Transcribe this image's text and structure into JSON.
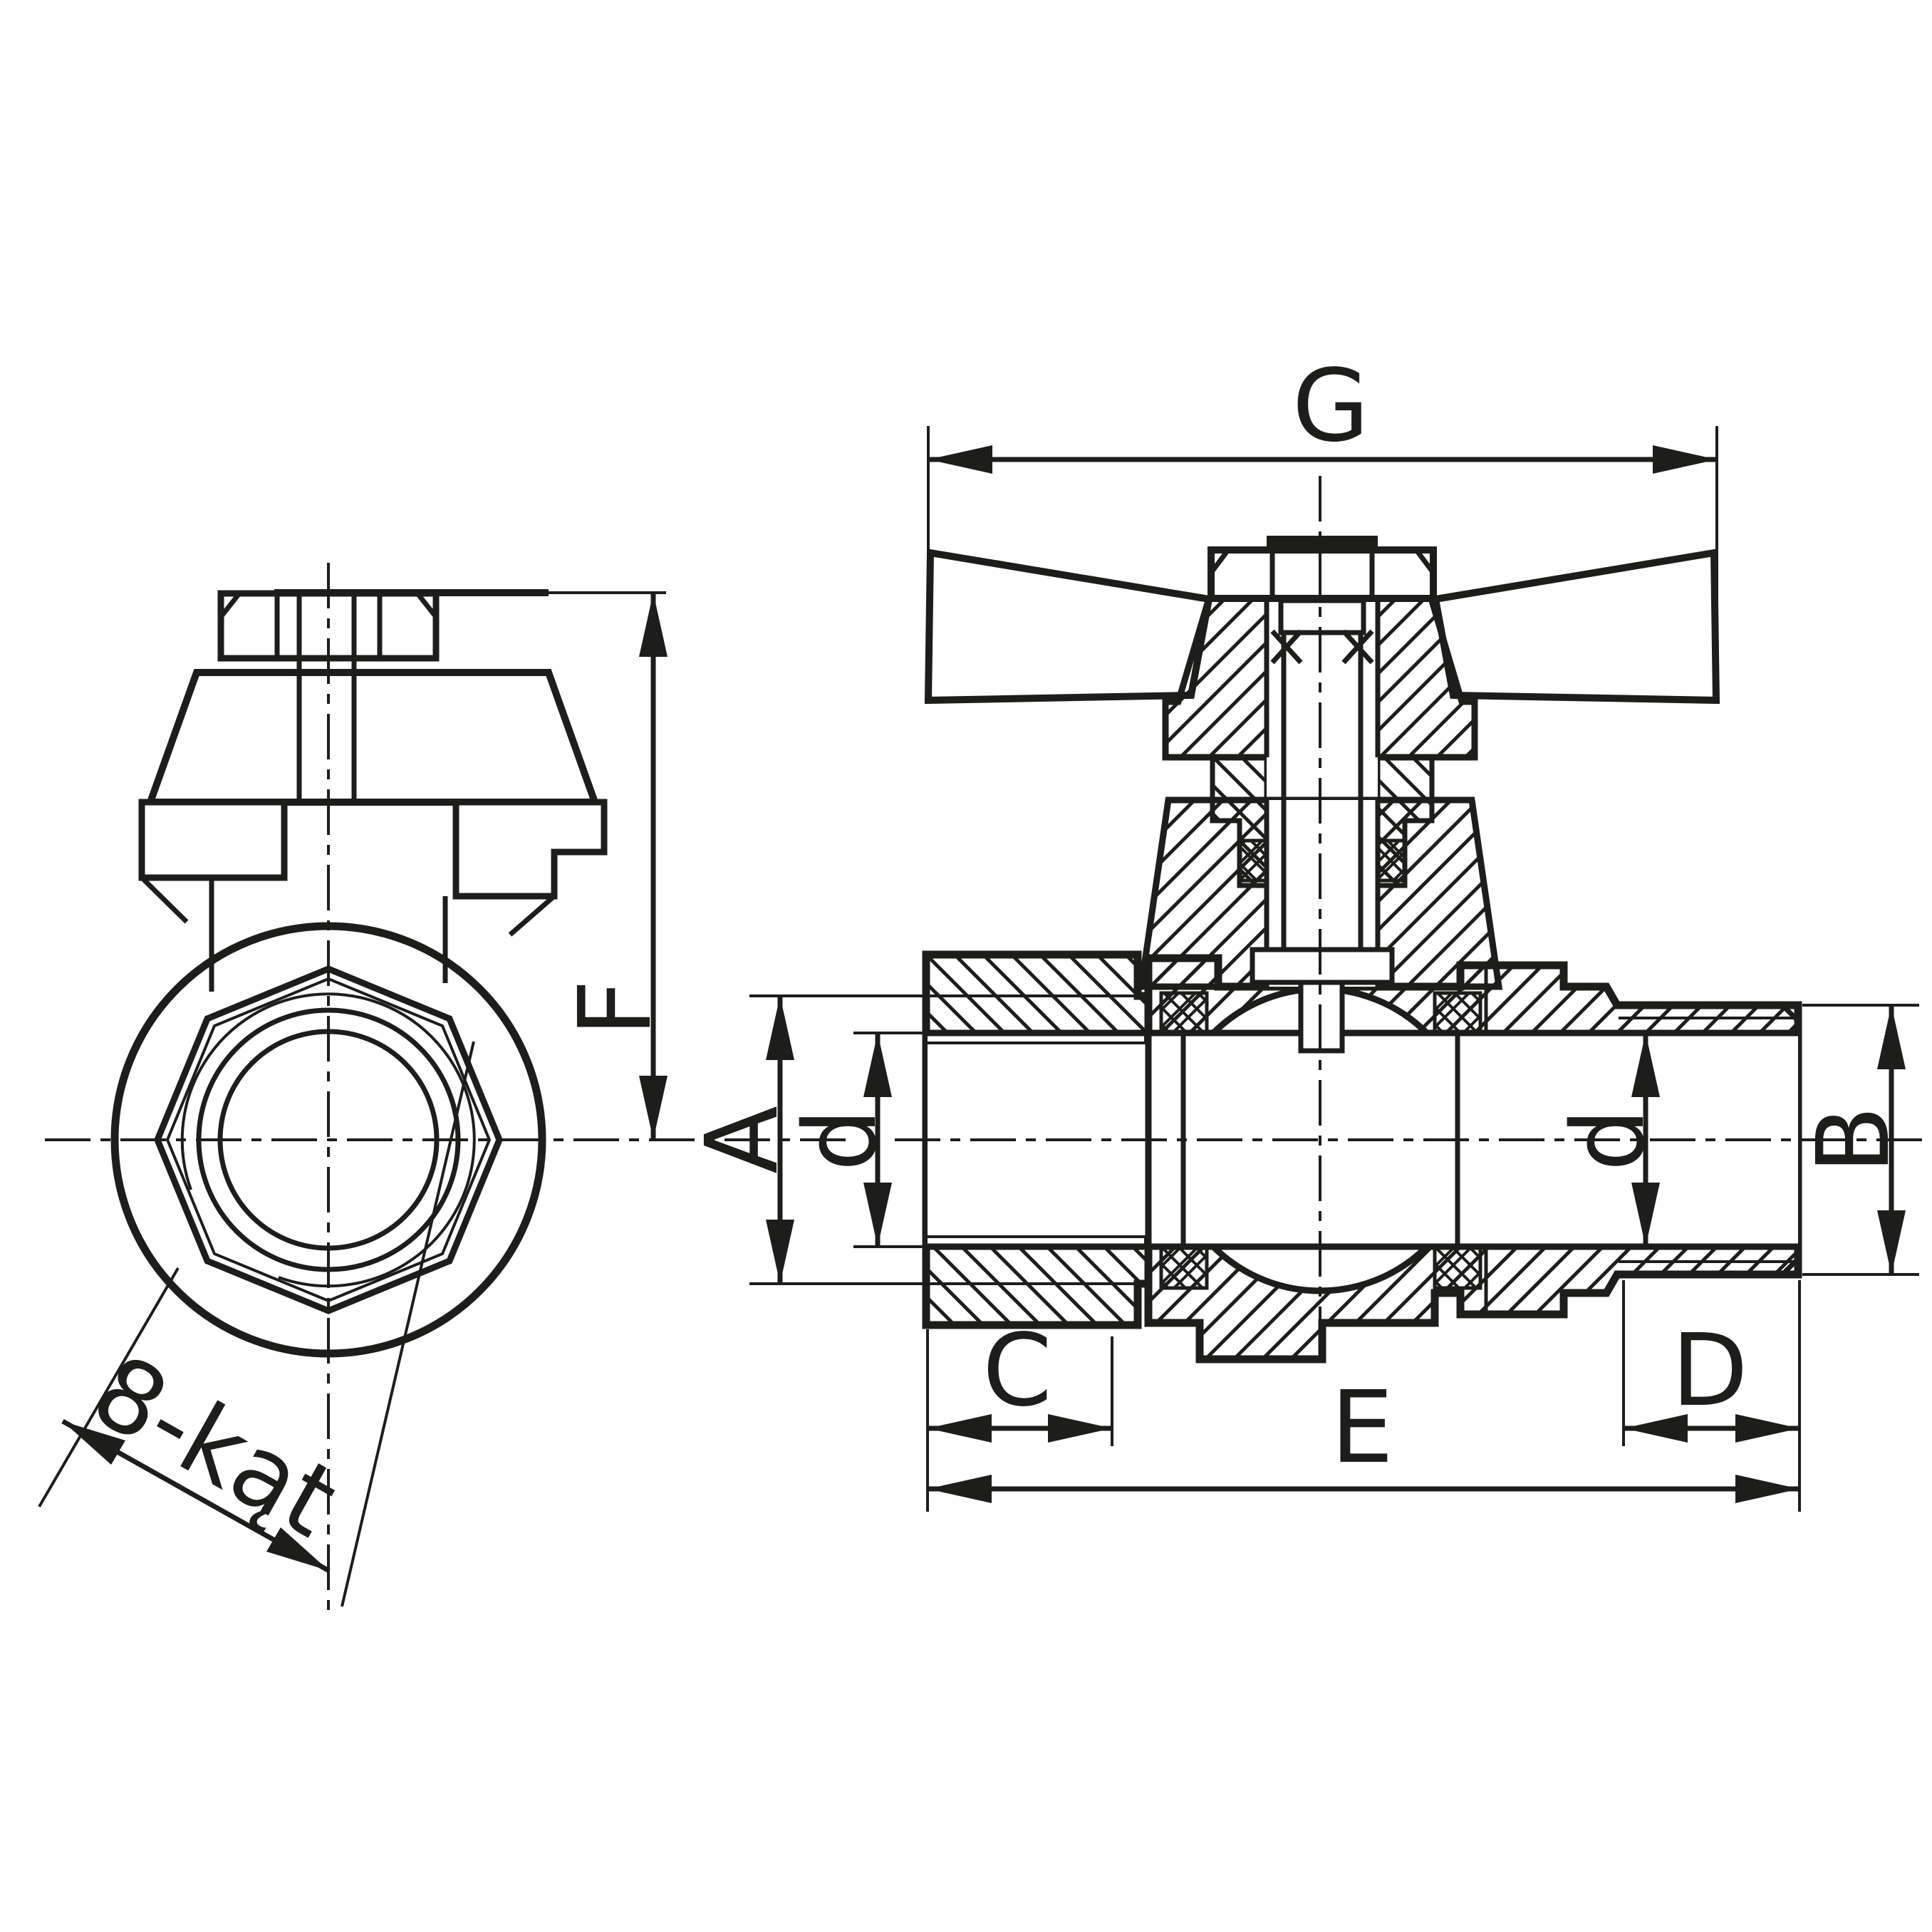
{
  "drawing": {
    "type": "technical-drawing",
    "subject": "ball valve with butterfly handle, female x male thread, two views",
    "colors": {
      "background": "#ffffff",
      "line": "#1d1d1b"
    },
    "views": {
      "front_view": {
        "dim_labels": {
          "F": "F",
          "octagon": "8-kąt"
        }
      },
      "section_view": {
        "dim_labels": {
          "G": "G",
          "A": "A",
          "d_left": "d",
          "C": "C",
          "E": "E",
          "D": "D",
          "d_right": "d",
          "B": "B"
        }
      }
    }
  }
}
